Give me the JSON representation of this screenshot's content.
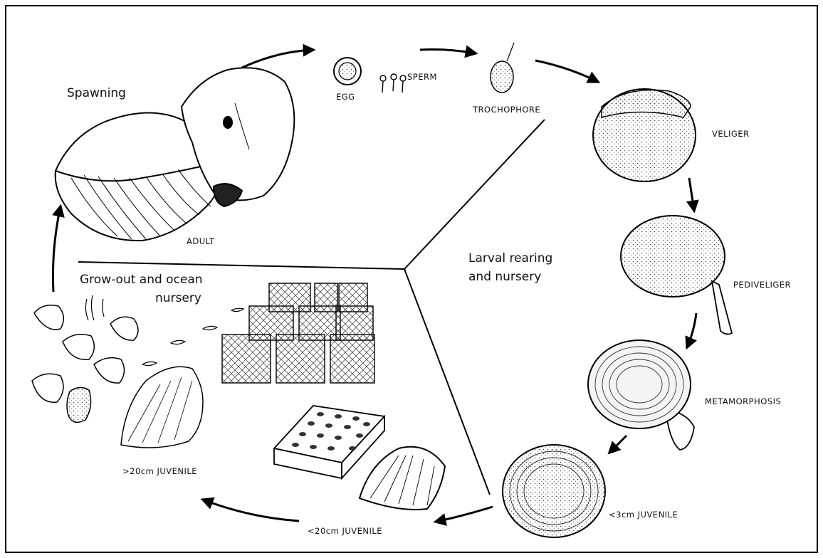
{
  "sections": {
    "spawning": "Spawning",
    "larval": [
      "Larval rearing",
      "and nursery"
    ],
    "growout": [
      "Grow-out and ocean",
      "nursery"
    ]
  },
  "stages": {
    "egg": "EGG",
    "sperm": "SPERM",
    "trochophore": "TROCHOPHORE",
    "veliger": "VELIGER",
    "pediveliger": "PEDIVELIGER",
    "metamorphosis": "METAMORPHOSIS",
    "juv3": "<3cm JUVENILE",
    "juv20": "<20cm JUVENILE",
    "juvgt20": ">20cm JUVENILE",
    "adult": "ADULT"
  }
}
